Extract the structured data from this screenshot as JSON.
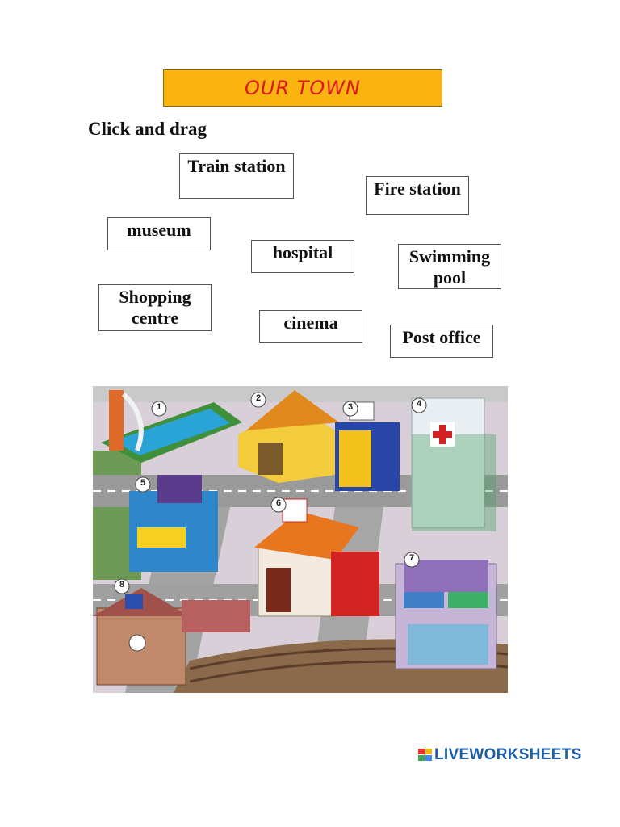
{
  "title": "OUR TOWN",
  "instruction": "Click and drag",
  "word_boxes": {
    "train_station": "Train station",
    "fire_station": "Fire station",
    "museum": "museum",
    "hospital": "hospital",
    "swimming_pool_line1": "Swimming",
    "swimming_pool_line2": "pool",
    "shopping_centre_line1": "Shopping",
    "shopping_centre_line2": "centre",
    "cinema": "cinema",
    "post_office": "Post office"
  },
  "map": {
    "numbers": [
      "1",
      "2",
      "3",
      "4",
      "5",
      "6",
      "7",
      "8"
    ]
  },
  "logo": {
    "text": "LIVEWORKSHEETS"
  },
  "colors": {
    "title_background": "#f9b40f",
    "title_text": "#e0141c",
    "logo_text": "#1c5fa8"
  }
}
